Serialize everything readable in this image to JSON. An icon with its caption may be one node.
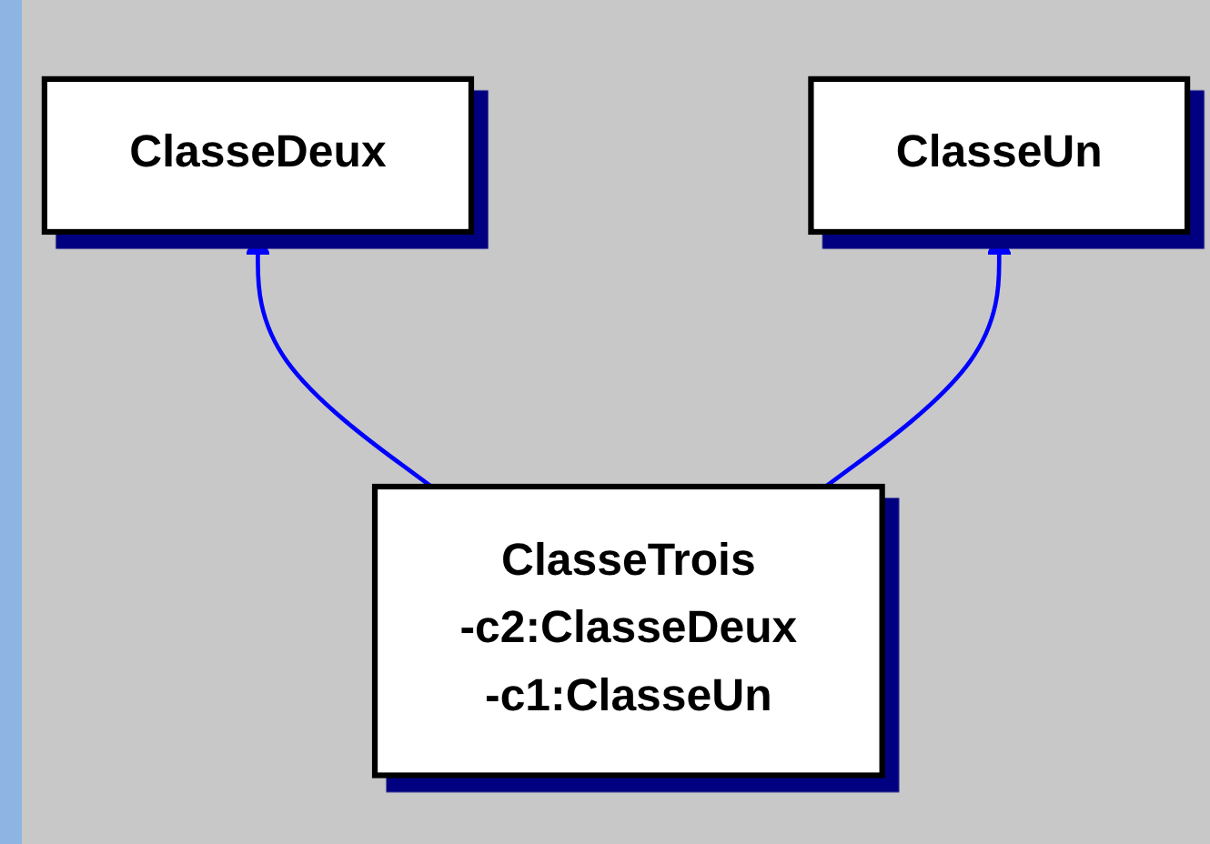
{
  "diagram": {
    "nodes": [
      {
        "text": [
          "ClasseDeux"
        ]
      },
      {
        "text": [
          "ClasseUn"
        ]
      },
      {
        "text": [
          "ClasseTrois",
          "-c2:ClasseDeux",
          "-c1:ClasseUn"
        ]
      }
    ],
    "edges": [
      {
        "from": 2,
        "to": 0,
        "arrow": "to",
        "color": "#0000ff"
      },
      {
        "from": 2,
        "to": 1,
        "arrow": "to",
        "color": "#0000ff"
      }
    ]
  }
}
